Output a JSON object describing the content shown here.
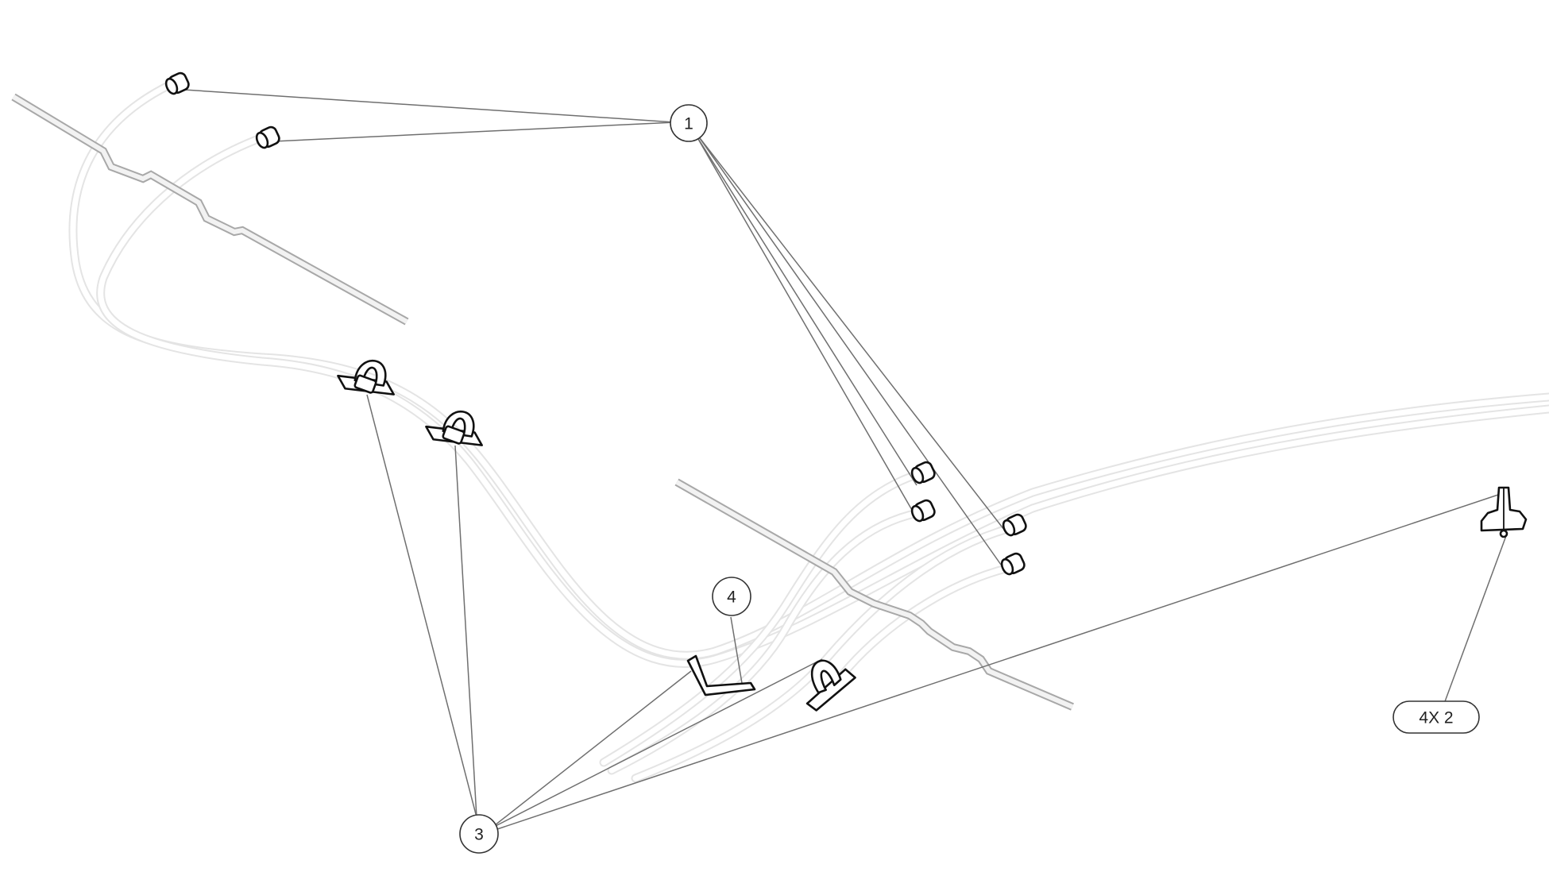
{
  "callouts": {
    "c1": "1",
    "c3": "3",
    "c4": "4",
    "c42": "4X 2"
  },
  "colors": {
    "tube": "#e4e4e4",
    "rail": "#a8a8a8",
    "leader": "#6f6f6f",
    "part": "#111111"
  }
}
